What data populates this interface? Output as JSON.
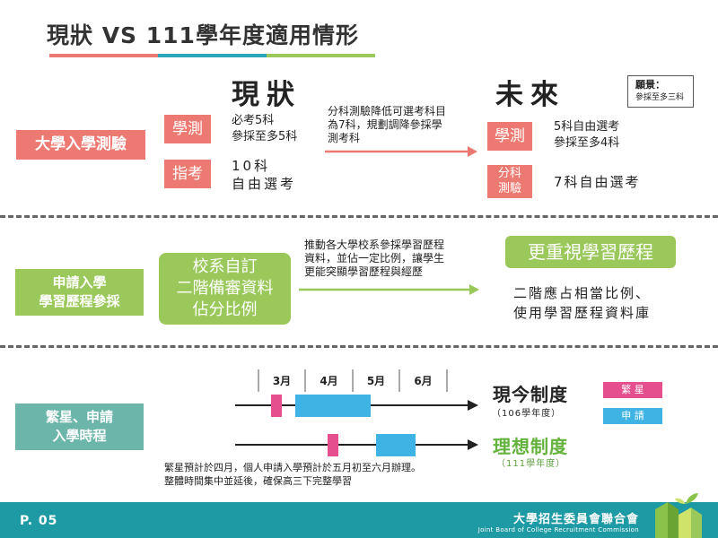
{
  "title": "現狀 VS 111學年度適用情形",
  "title_bar_colors": [
    "#ec7a72",
    "#2aa6b8",
    "#9ac85a"
  ],
  "headers": {
    "current": "現狀",
    "future": "未來"
  },
  "vision": {
    "title": "願景：",
    "subtitle": "參採至多三科"
  },
  "section1": {
    "label": "大學入學測驗",
    "current": [
      {
        "tag": "學測",
        "text": [
          "必考5科",
          "參採至多5科"
        ]
      },
      {
        "tag": "指考",
        "text": [
          "10科",
          "自由選考"
        ]
      }
    ],
    "arrow_note": [
      "分科測驗降低可選考科目",
      "為7科，規劃調降參採學",
      "測考科"
    ],
    "future": [
      {
        "tag": "學測",
        "text": [
          "5科自由選考",
          "參採至多4科"
        ]
      },
      {
        "tag": [
          "分科",
          "測驗"
        ],
        "text": [
          "7科自由選考"
        ]
      }
    ]
  },
  "section2": {
    "label": [
      "申請入學",
      "學習歷程參採"
    ],
    "current_box": [
      "校系自訂",
      "二階備審資料",
      "佔分比例"
    ],
    "arrow_note": [
      "推動各大學校系參採學習歷程",
      "資料，並佔一定比例，讓學生",
      "更能突顯學習歷程與經歷"
    ],
    "future_box": "更重視學習歷程",
    "future_text": [
      "二階應占相當比例、",
      "使用學習歷程資料庫"
    ]
  },
  "section3": {
    "label": [
      "繁星、申請",
      "入學時程"
    ],
    "months": [
      "3月",
      "4月",
      "5月",
      "6月"
    ],
    "current_system": {
      "name": "現今制度",
      "year": "（106學年度）"
    },
    "ideal_system": {
      "name": "理想制度",
      "year": "（111學年度）"
    },
    "legend": [
      {
        "label": "繁 星",
        "color": "#e64f8d"
      },
      {
        "label": "申 請",
        "color": "#3fb4e4"
      }
    ],
    "notes": [
      "繁星預計於四月，個人申請入學預計於五月初至六月辦理。",
      "整體時間集中並延後，確保高三下完整學習"
    ]
  },
  "footer": {
    "page": "P. 05",
    "org_zh": "大學招生委員會聯合會",
    "org_en": "Joint Board of College Recruitment Commission",
    "color": "#1e9aa4"
  },
  "colors": {
    "red": "#ec7a72",
    "green": "#9ac85a",
    "teal": "#6cb5ab",
    "pink": "#e64f8d",
    "blue": "#3fb4e4",
    "future_green": "#63b23c",
    "future_green_text": "#5b9e3c"
  }
}
